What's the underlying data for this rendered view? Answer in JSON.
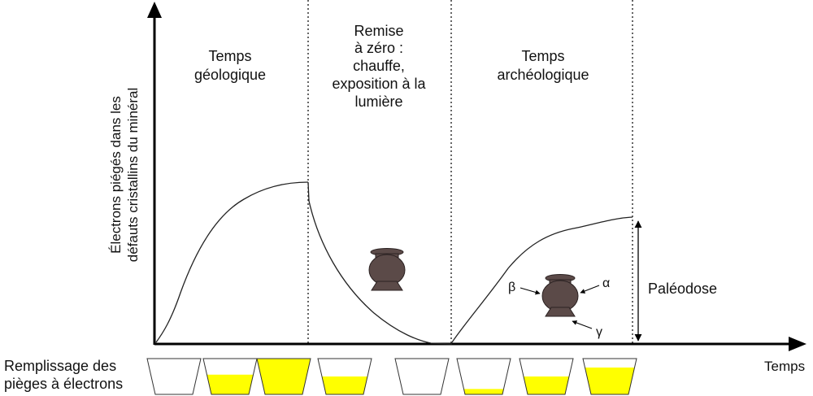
{
  "y_axis": {
    "title_line1": "Électrons piégés dans les",
    "title_line2": "défauts cristallins du minéral"
  },
  "x_axis": {
    "title": "Temps"
  },
  "phases": {
    "geologic": {
      "line1": "Temps",
      "line2": "géologique"
    },
    "reset": {
      "line1": "Remise",
      "line2": "à zéro :",
      "line3": "chauffe,",
      "line4": "exposition à la",
      "line5": "lumière"
    },
    "archaeologic": {
      "line1": "Temps",
      "line2": "archéologique"
    }
  },
  "paleodose": {
    "label": "Paléodose"
  },
  "radiation": {
    "alpha": "α",
    "beta": "β",
    "gamma": "γ"
  },
  "traps": {
    "label_line1": "Remplissage des",
    "label_line2": "pièges à électrons",
    "fill_levels": [
      0,
      0.55,
      1.0,
      0.5,
      0,
      0.15,
      0.5,
      0.75
    ],
    "fill_color": "#ffff00"
  },
  "colors": {
    "pot": "#5b4a48",
    "curve": "#222222",
    "axis": "#000000"
  }
}
